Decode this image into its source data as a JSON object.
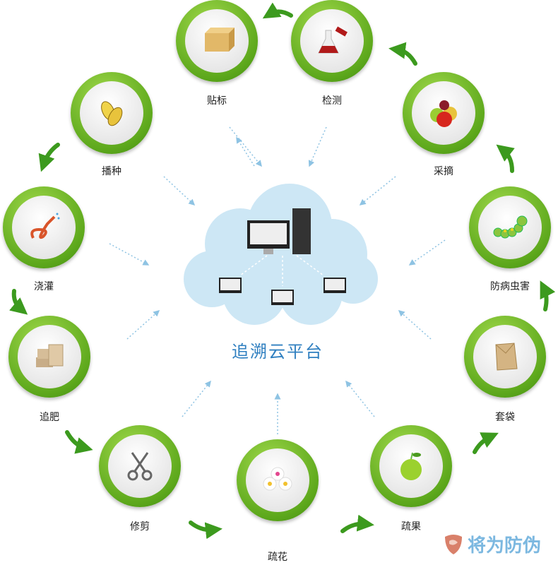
{
  "title": "追溯云平台",
  "watermark": "将为防伪",
  "colors": {
    "ring": "#5da81c",
    "arrow": "#3c9a1e",
    "title": "#2f7fc0",
    "cloud": "#cde7f5",
    "dotted": "#8ec3e3"
  },
  "steps": [
    {
      "label": "贴标",
      "icon": "box-icon"
    },
    {
      "label": "检测",
      "icon": "flask-icon"
    },
    {
      "label": "采摘",
      "icon": "fruits-icon"
    },
    {
      "label": "防病虫害",
      "icon": "caterpillar-icon"
    },
    {
      "label": "套袋",
      "icon": "paper-bag-icon"
    },
    {
      "label": "疏果",
      "icon": "apple-icon"
    },
    {
      "label": "疏花",
      "icon": "flower-icon"
    },
    {
      "label": "修剪",
      "icon": "scissors-icon"
    },
    {
      "label": "追肥",
      "icon": "fertilizer-bags-icon"
    },
    {
      "label": "浇灌",
      "icon": "hose-icon"
    },
    {
      "label": "播种",
      "icon": "seeds-icon"
    }
  ]
}
